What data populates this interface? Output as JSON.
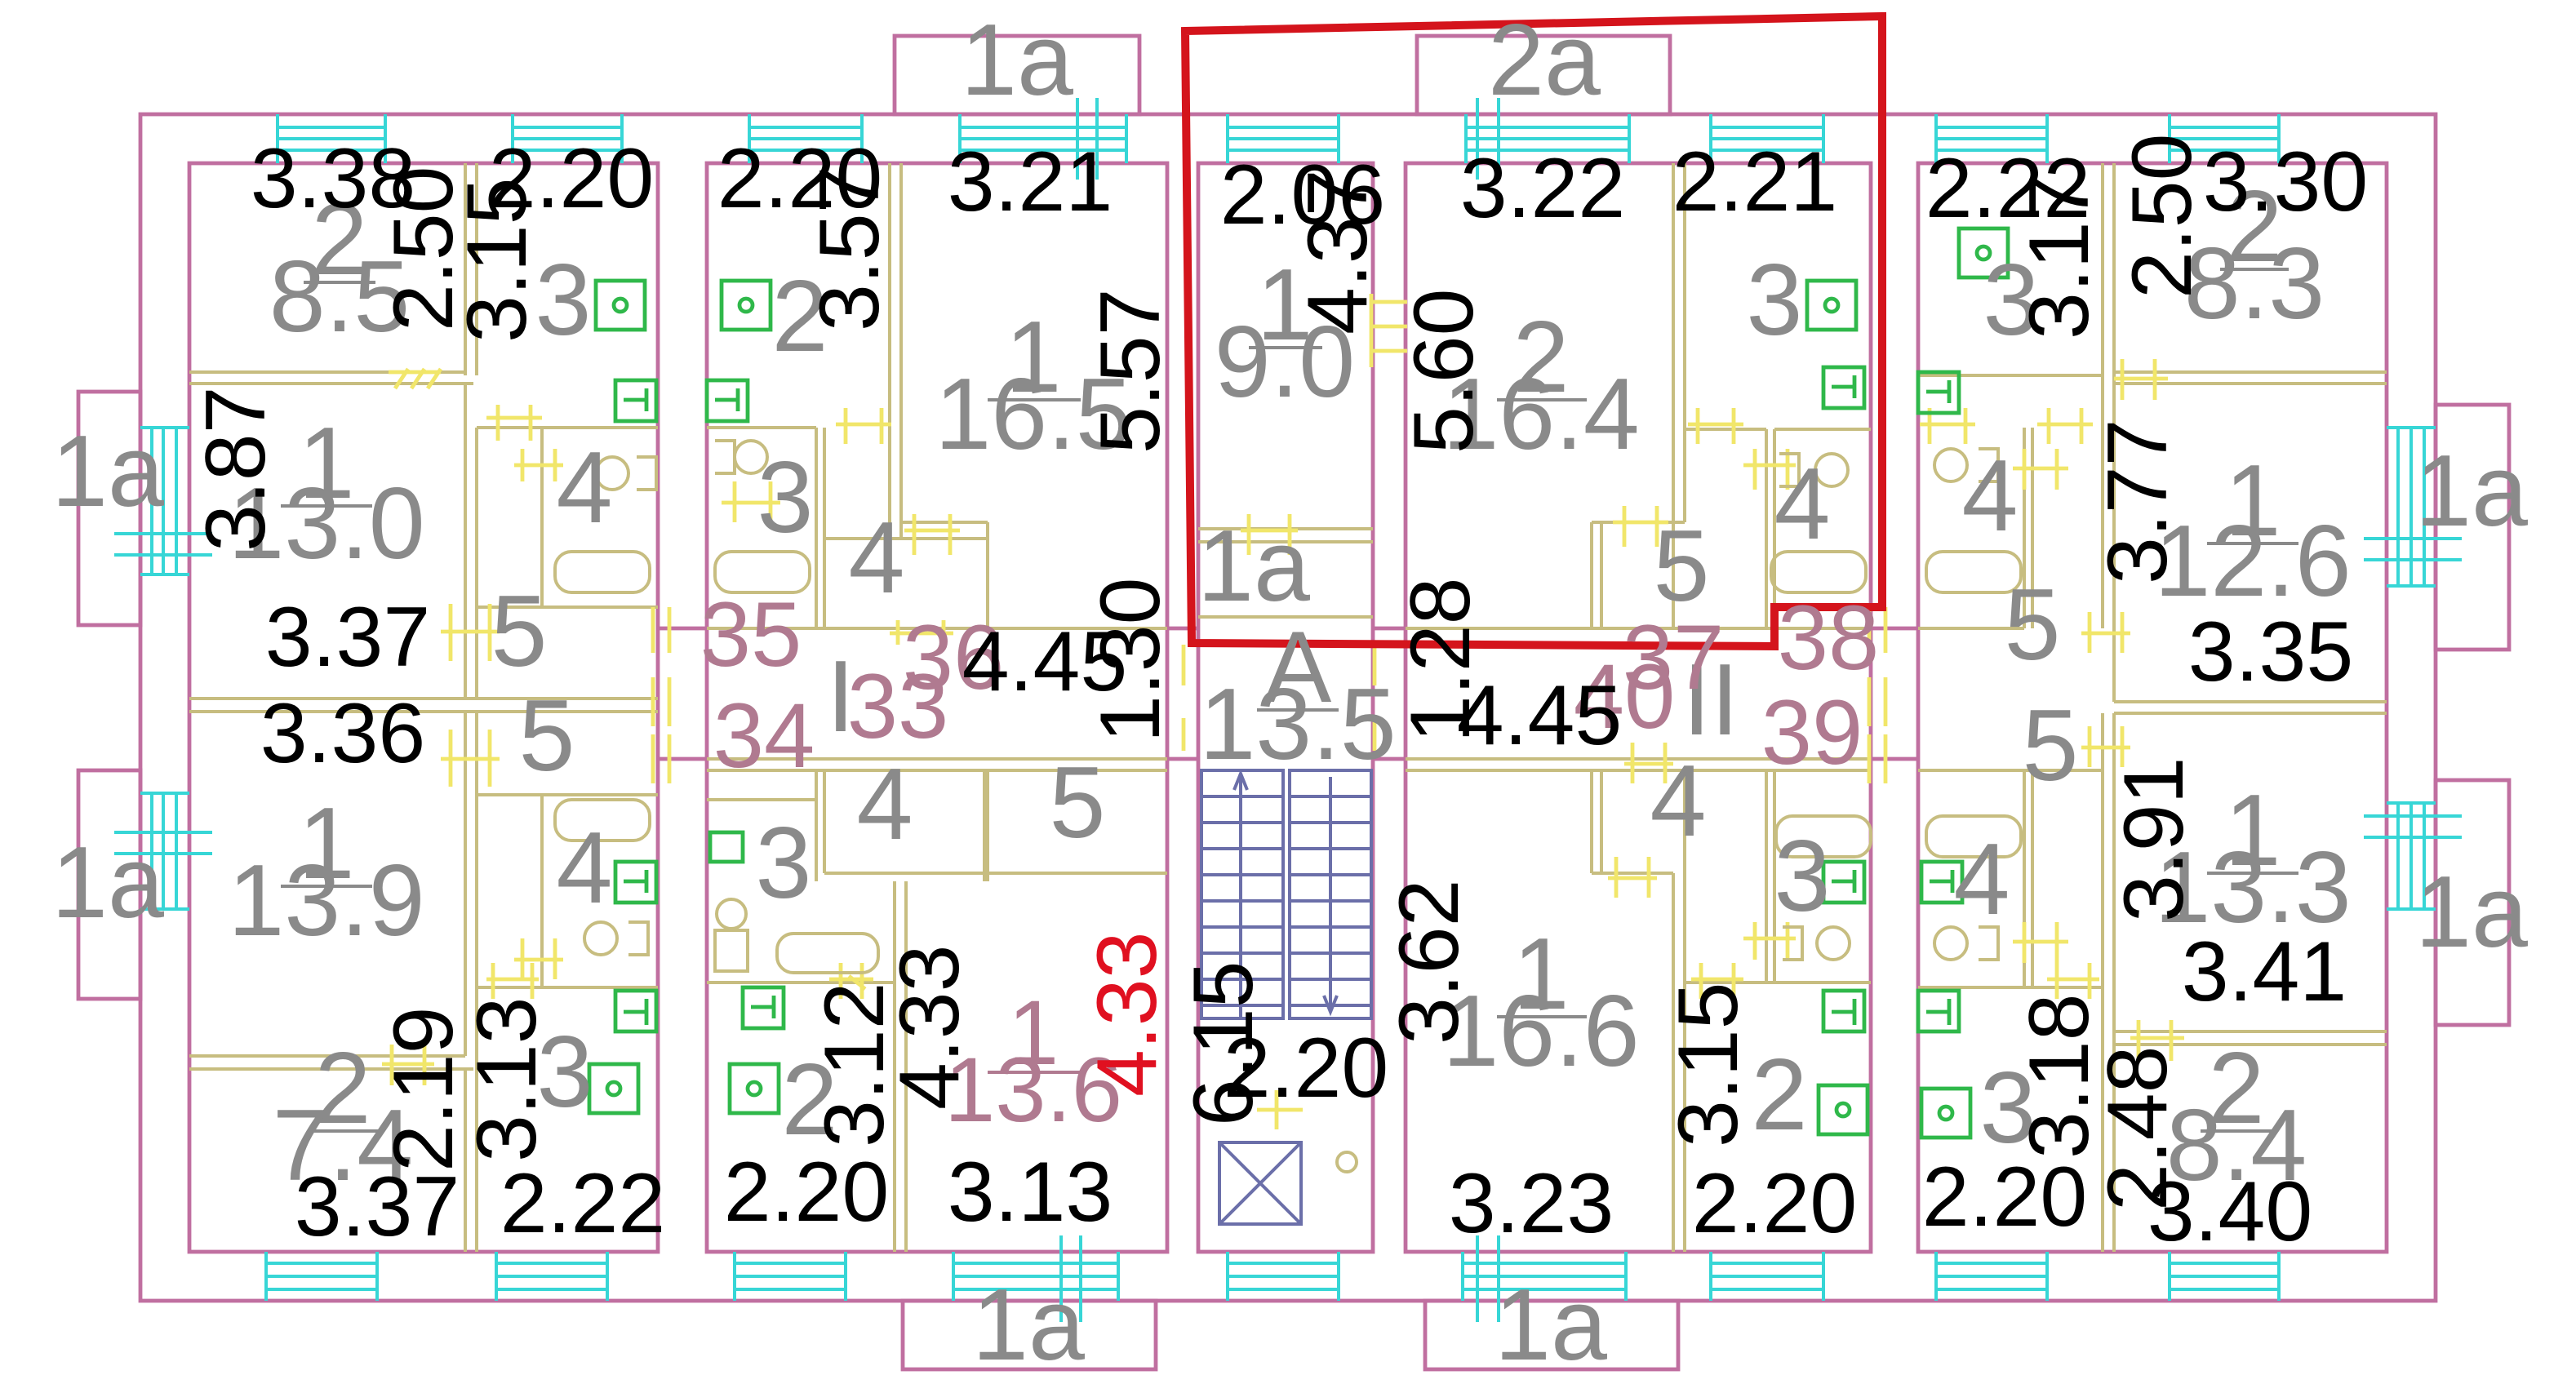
{
  "plan": {
    "balconies": [
      "1а",
      "2а",
      "1а",
      "1а",
      "1а",
      "1а",
      "1а",
      "1а"
    ],
    "stair_label": "А",
    "stair_area": "13.5",
    "section_labels": [
      "I",
      "II"
    ],
    "rooms": [
      {
        "no": "2",
        "area": "8.5"
      },
      {
        "no": "1",
        "area": "13.0"
      },
      {
        "no": "1",
        "area": "13.9"
      },
      {
        "no": "2",
        "area": "7.4"
      },
      {
        "no": "1",
        "area": "16.5"
      },
      {
        "no": "1",
        "area": "13.6"
      },
      {
        "no": "1",
        "area": "9.0"
      },
      {
        "no": "2",
        "area": "16.4"
      },
      {
        "no": "1",
        "area": "16.6"
      },
      {
        "no": "2",
        "area": "8.3"
      },
      {
        "no": "1",
        "area": "12.6"
      },
      {
        "no": "1",
        "area": "13.3"
      },
      {
        "no": "2",
        "area": "8.4"
      }
    ],
    "room_numbers": [
      "3",
      "4",
      "5",
      "5",
      "4",
      "3",
      "2",
      "3",
      "4",
      "3",
      "4",
      "5",
      "2",
      "1а",
      "3",
      "4",
      "5",
      "4",
      "3",
      "2",
      "3",
      "4",
      "5",
      "5",
      "4",
      "3"
    ],
    "pink_numbers": [
      "35",
      "36",
      "34",
      "33",
      "37",
      "40",
      "38",
      "39"
    ],
    "dims": [
      "3.38",
      "2.20",
      "2.50",
      "3.15",
      "3.87",
      "3.37",
      "3.36",
      "2.19",
      "3.13",
      "3.37",
      "2.22",
      "2.20",
      "3.57",
      "3.21",
      "5.57",
      "4.45",
      "1.30",
      "3.12",
      "4.33",
      "2.20",
      "3.13",
      "2.06",
      "4.37",
      "3.22",
      "2.21",
      "5.60",
      "6.15",
      "2.20",
      "1.28",
      "4.45",
      "3.62",
      "3.23",
      "3.15",
      "2.20",
      "2.22",
      "3.17",
      "2.50",
      "3.30",
      "3.77",
      "3.35",
      "3.91",
      "3.41",
      "3.18",
      "2.48",
      "3.40",
      "2.20"
    ],
    "dim_red": "4.33"
  }
}
